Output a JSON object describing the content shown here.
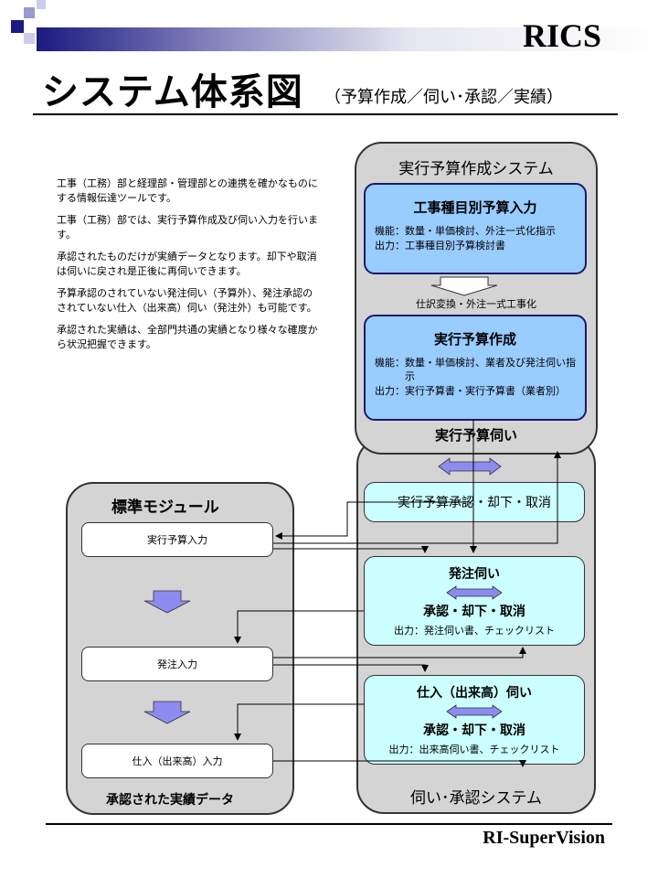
{
  "brand": "RICS",
  "title": "システム体系図",
  "subtitle": "（予算作成／伺い･承認／実績）",
  "description": [
    "工事（工務）部と経理部・管理部との連携を確かなものにする情報伝達ツールです。",
    "工事（工務）部では、実行予算作成及び伺い入力を行います。",
    "承認されたものだけが実績データとなります。却下や取消は伺いに戻され是正後に再伺いできます。",
    "予算承認のされていない発注伺い（予算外）、発注承認のされていない仕入（出来高）伺い（発注外）も可能です。",
    "承認された実績は、全部門共通の実績となり様々な確度から状況把握できます。"
  ],
  "budget_system": {
    "title": "実行予算作成システム",
    "box1": {
      "title": "工事種目別予算入力",
      "func_label": "機能：",
      "func_text": "数量・単価検討、外注一式化指示",
      "out_label": "出力：",
      "out_text": "工事種目別予算検討書"
    },
    "transform_label": "仕訳変換・外注一式工事化",
    "box2": {
      "title": "実行予算作成",
      "func_label": "機能：",
      "func_text": "数量・単価検討、業者及び発注伺い指示",
      "out_label": "出力：",
      "out_text": "実行予算書・実行予算書（業者別）"
    },
    "footer": "実行予算伺い"
  },
  "approval_system": {
    "footer": "伺い･承認システム",
    "budget_approval": "実行予算承認・却下・取消",
    "order": {
      "title": "発注伺い",
      "action": "承認・却下・取消",
      "output": "出力：発注伺い書、チェックリスト"
    },
    "purchase": {
      "title": "仕入（出来高）伺い",
      "action": "承認・却下・取消",
      "output": "出力：出来高伺い書、チェックリスト"
    }
  },
  "standard_module": {
    "title": "標準モジュール",
    "items": [
      "実行予算入力",
      "発注入力",
      "仕入（出来高）入力"
    ],
    "footer": "承認された実績データ"
  },
  "footer_brand": "RI-SuperVision",
  "colors": {
    "header_gradient_start": "#1a1a80",
    "panel_gray": "#d4d4d4",
    "blue_box": "#99ccff",
    "cyan_box": "#ccffff",
    "arrow_purple": "#8c8cf0"
  }
}
